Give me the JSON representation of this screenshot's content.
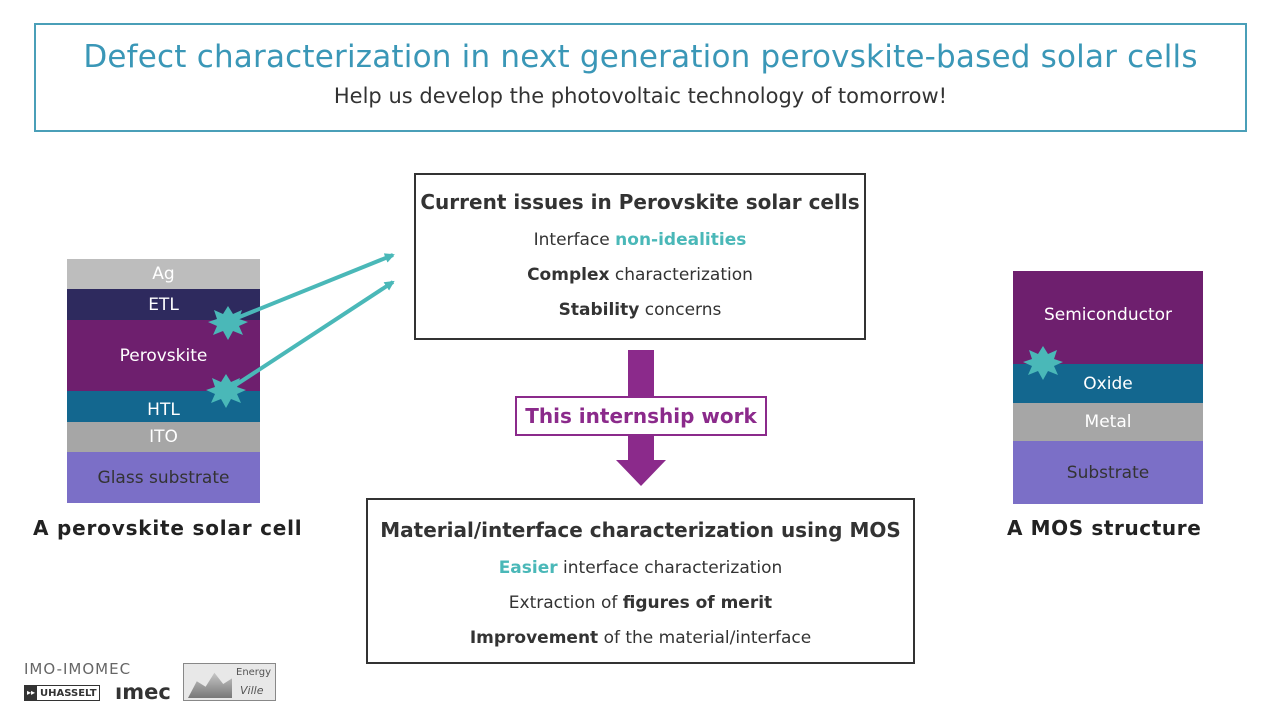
{
  "header": {
    "title": "Defect characterization in next generation perovskite-based solar cells",
    "subtitle": "Help us develop the photovoltaic technology of tomorrow!"
  },
  "solar_cell": {
    "layers": [
      {
        "label": "Ag",
        "color": "#bdbdbd",
        "text_color": "#ffffff"
      },
      {
        "label": "ETL",
        "color": "#2e2a5e",
        "text_color": "#ffffff"
      },
      {
        "label": "Perovskite",
        "color": "#6e1f6e",
        "text_color": "#ffffff"
      },
      {
        "label": "HTL",
        "color": "#13678f",
        "text_color": "#ffffff"
      },
      {
        "label": "ITO",
        "color": "#a6a6a6",
        "text_color": "#ffffff"
      },
      {
        "label": "Glass substrate",
        "color": "#7b6fc7",
        "text_color": "#333333"
      }
    ],
    "caption": "A perovskite solar cell"
  },
  "issues_box": {
    "title": "Current issues in Perovskite solar cells",
    "line1_normal": "Interface",
    "line1_highlight": "non-idealities",
    "line2_bold": "Complex",
    "line2_normal": "characterization",
    "line3_bold": "Stability",
    "line3_normal": "concerns"
  },
  "internship": {
    "label": "This internship work",
    "arrow_color": "#8b2a8b"
  },
  "mos_box": {
    "title": "Material/interface characterization using MOS",
    "line1_highlight": "Easier",
    "line1_normal": "interface characterization",
    "line2_normal": "Extraction of",
    "line2_bold": "figures of merit",
    "line3_bold": "Improvement",
    "line3_normal": "of the material/interface"
  },
  "mos_structure": {
    "layers": [
      {
        "label": "Semiconductor",
        "color": "#6e1f6e",
        "text_color": "#ffffff"
      },
      {
        "label": "Oxide",
        "color": "#13678f",
        "text_color": "#ffffff"
      },
      {
        "label": "Metal",
        "color": "#a6a6a6",
        "text_color": "#ffffff"
      },
      {
        "label": "Substrate",
        "color": "#7b6fc7",
        "text_color": "#333333"
      }
    ],
    "caption": "A MOS structure"
  },
  "logos": {
    "imo": "IMO-IMOMEC",
    "uhasselt": "UHASSELT",
    "imec": "ımec",
    "energy": "Energy",
    "ville": "Ville"
  },
  "colors": {
    "accent": "#3a97b7",
    "defect": "#4ab8b8",
    "arrow": "#4ab8b8"
  }
}
